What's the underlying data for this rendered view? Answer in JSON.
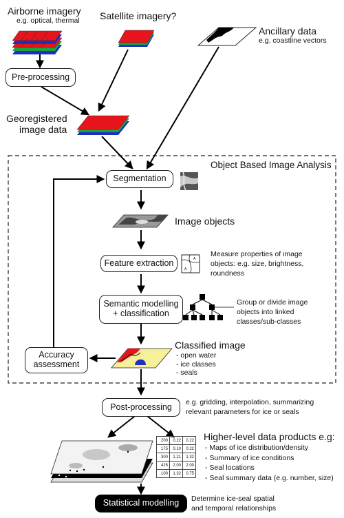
{
  "sources": {
    "airborne": {
      "title": "Airborne imagery",
      "sub": "e.g. optical, thermal"
    },
    "satellite": {
      "title": "Satellite imagery?"
    },
    "ancillary": {
      "title": "Ancillary data",
      "sub": "e.g. coastline vectors"
    }
  },
  "preprocessing": "Pre-processing",
  "georegistered": [
    "Georegistered",
    "image data"
  ],
  "oba_title": "Object Based Image Analysis",
  "segmentation": "Segmentation",
  "image_objects": "Image objects",
  "feature_extraction": "Feature extraction",
  "feature_desc": [
    "Measure properties of image",
    "objects: e.g. size, brightness,",
    "roundness"
  ],
  "semantic": [
    "Semantic modelling",
    "+ classification"
  ],
  "semantic_desc": [
    "Group or divide image",
    "objects into linked",
    "classes/sub-classes"
  ],
  "accuracy": [
    "Accuracy",
    "assessment"
  ],
  "classified": {
    "title": "Classified image",
    "items": [
      "- open water",
      "- ice classes",
      "- seals"
    ]
  },
  "postprocessing": "Post-processing",
  "post_desc": [
    "e.g. gridding, interpolation, summarizing",
    "relevant parameters for ice or seals"
  ],
  "products": {
    "title": "Higher-level data products e.g:",
    "items": [
      "- Maps of ice distribution/density",
      "- Summary of ice conditions",
      "- Seal locations",
      "- Seal summary data (e.g. number, size)"
    ]
  },
  "table": [
    [
      "200",
      "0.22",
      "0.22"
    ],
    [
      "175",
      "0.10",
      "0.22"
    ],
    [
      "300",
      "1.21",
      "1.32"
    ],
    [
      "425",
      "2.00",
      "2.00"
    ],
    [
      "100",
      "1.32",
      "0.75"
    ]
  ],
  "statistical": "Statistical modelling",
  "stat_desc": [
    "Determine ice-seal spatial",
    "and temporal relationships"
  ],
  "colors": {
    "red": "#e8141c",
    "green": "#1aa53a",
    "blue": "#1d2fc4",
    "yellow": "#f7f09a",
    "grey": "#9a9a9a"
  }
}
